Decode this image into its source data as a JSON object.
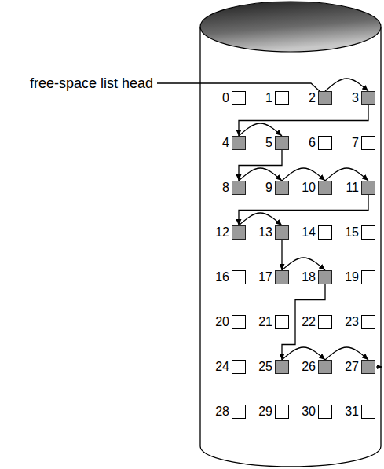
{
  "diagram": {
    "nodes": [
      {
        "text": [
          "0"
        ]
      },
      {
        "text": [
          "1"
        ]
      },
      {
        "text": [
          "2"
        ]
      },
      {
        "text": [
          "3"
        ]
      },
      {
        "text": [
          "4"
        ]
      },
      {
        "text": [
          "5"
        ]
      },
      {
        "text": [
          "6"
        ]
      },
      {
        "text": [
          "7"
        ]
      },
      {
        "text": [
          "8"
        ]
      },
      {
        "text": [
          "9"
        ]
      },
      {
        "text": [
          "10"
        ]
      },
      {
        "text": [
          "11"
        ]
      },
      {
        "text": [
          "12"
        ]
      },
      {
        "text": [
          "13"
        ]
      },
      {
        "text": [
          "14"
        ]
      },
      {
        "text": [
          "15"
        ]
      },
      {
        "text": [
          "16"
        ]
      },
      {
        "text": [
          "17"
        ]
      },
      {
        "text": [
          "18"
        ]
      },
      {
        "text": [
          "19"
        ]
      },
      {
        "text": [
          "20"
        ]
      },
      {
        "text": [
          "21"
        ]
      },
      {
        "text": [
          "22"
        ]
      },
      {
        "text": [
          "23"
        ]
      },
      {
        "text": [
          "24"
        ]
      },
      {
        "text": [
          "25"
        ]
      },
      {
        "text": [
          "26"
        ]
      },
      {
        "text": [
          "27"
        ]
      },
      {
        "text": [
          "28"
        ]
      },
      {
        "text": [
          "29"
        ]
      },
      {
        "text": [
          "30"
        ]
      },
      {
        "text": [
          "31"
        ]
      }
    ],
    "edges": [
      {
        "from": 2,
        "to": 3,
        "arrow": "to"
      },
      {
        "from": 3,
        "to": 4,
        "arrow": "to"
      },
      {
        "from": 4,
        "to": 5,
        "arrow": "to"
      },
      {
        "from": 5,
        "to": 8,
        "arrow": "to"
      },
      {
        "from": 8,
        "to": 9,
        "arrow": "to"
      },
      {
        "from": 9,
        "to": 10,
        "arrow": "to"
      },
      {
        "from": 10,
        "to": 11,
        "arrow": "to"
      },
      {
        "from": 11,
        "to": 12,
        "arrow": "to"
      },
      {
        "from": 12,
        "to": 13,
        "arrow": "to"
      },
      {
        "from": 13,
        "to": 17,
        "arrow": "to"
      },
      {
        "from": 17,
        "to": 18,
        "arrow": "to"
      },
      {
        "from": 18,
        "to": 25,
        "arrow": "to"
      },
      {
        "from": 25,
        "to": 26,
        "arrow": "to"
      },
      {
        "from": 26,
        "to": 27,
        "arrow": "to"
      }
    ],
    "labels": [
      "free-space list head"
    ]
  }
}
